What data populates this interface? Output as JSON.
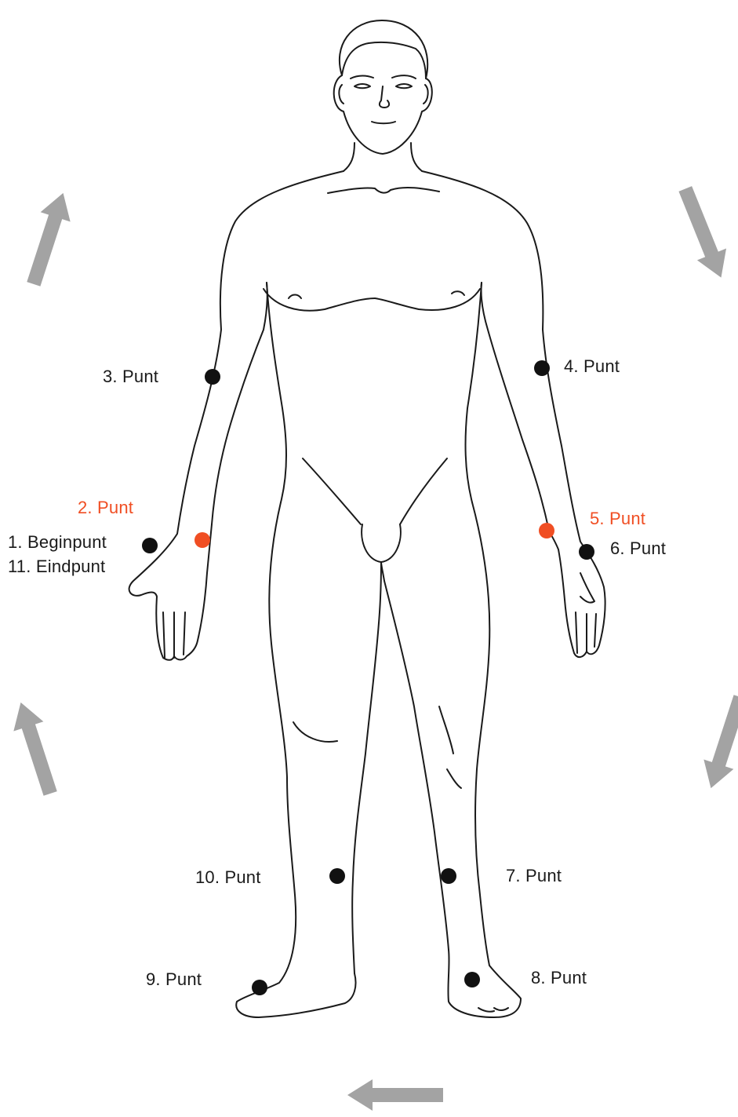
{
  "colors": {
    "point_black": "#111111",
    "point_orange": "#f04e23",
    "text_black": "#1a1a1a",
    "text_orange": "#f04e23",
    "arrow_gray": "#a3a3a3",
    "outline": "#1a1a1a"
  },
  "points": [
    {
      "id": "p1",
      "labels": [
        "1. Beginpunt",
        "11. Eindpunt"
      ],
      "color": "black"
    },
    {
      "id": "p2",
      "labels": [
        "2. Punt"
      ],
      "color": "orange"
    },
    {
      "id": "p3",
      "labels": [
        "3. Punt"
      ],
      "color": "black"
    },
    {
      "id": "p4",
      "labels": [
        "4. Punt"
      ],
      "color": "black"
    },
    {
      "id": "p5",
      "labels": [
        "5. Punt"
      ],
      "color": "orange"
    },
    {
      "id": "p6",
      "labels": [
        "6. Punt"
      ],
      "color": "black"
    },
    {
      "id": "p7",
      "labels": [
        "7. Punt"
      ],
      "color": "black"
    },
    {
      "id": "p8",
      "labels": [
        "8. Punt"
      ],
      "color": "black"
    },
    {
      "id": "p9",
      "labels": [
        "9. Punt"
      ],
      "color": "black"
    },
    {
      "id": "p10",
      "labels": [
        "10. Punt"
      ],
      "color": "black"
    }
  ],
  "arrows": [
    {
      "id": "upper-left",
      "direction": "up"
    },
    {
      "id": "upper-right",
      "direction": "down"
    },
    {
      "id": "lower-right",
      "direction": "down"
    },
    {
      "id": "bottom",
      "direction": "left"
    },
    {
      "id": "lower-left",
      "direction": "up"
    }
  ]
}
